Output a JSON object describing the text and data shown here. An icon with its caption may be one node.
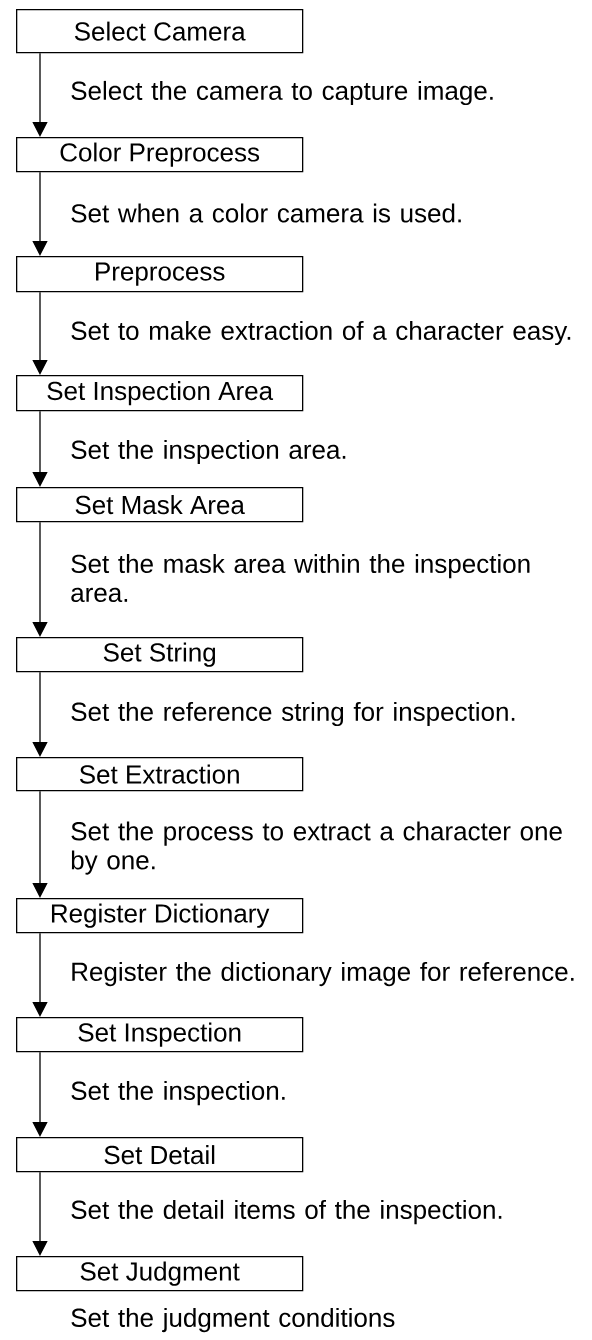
{
  "diagram": {
    "nodes": [
      {
        "text": [
          "Select Camera"
        ],
        "beside": [
          "Select the camera to capture image."
        ]
      },
      {
        "text": [
          "Color Preprocess"
        ],
        "beside": [
          "Set when a color camera is used."
        ]
      },
      {
        "text": [
          "Preprocess"
        ],
        "beside": [
          "Set to make extraction of a character easy."
        ]
      },
      {
        "text": [
          "Set Inspection Area"
        ],
        "beside": [
          "Set the inspection area."
        ]
      },
      {
        "text": [
          "Set Mask Area"
        ],
        "beside": [
          "Set the mask area within the inspection area."
        ]
      },
      {
        "text": [
          "Set String"
        ],
        "beside": [
          "Set the reference string for inspection."
        ]
      },
      {
        "text": [
          "Set Extraction"
        ],
        "beside": [
          "Set the process to extract a character one by one."
        ]
      },
      {
        "text": [
          "Register Dictionary"
        ],
        "beside": [
          "Register the dictionary image for reference."
        ]
      },
      {
        "text": [
          "Set Inspection"
        ],
        "beside": [
          "Set the inspection."
        ]
      },
      {
        "text": [
          "Set Detail"
        ],
        "beside": [
          "Set the detail items of the inspection."
        ]
      },
      {
        "text": [
          "Set Judgment"
        ],
        "beside": [
          "Set the judgment conditions"
        ]
      }
    ],
    "edges": [
      {
        "from": 0,
        "to": 1,
        "arrow": "to"
      },
      {
        "from": 1,
        "to": 2,
        "arrow": "to"
      },
      {
        "from": 2,
        "to": 3,
        "arrow": "to"
      },
      {
        "from": 3,
        "to": 4,
        "arrow": "to"
      },
      {
        "from": 4,
        "to": 5,
        "arrow": "to"
      },
      {
        "from": 5,
        "to": 6,
        "arrow": "to"
      },
      {
        "from": 6,
        "to": 7,
        "arrow": "to"
      },
      {
        "from": 7,
        "to": 8,
        "arrow": "to"
      },
      {
        "from": 8,
        "to": 9,
        "arrow": "to"
      },
      {
        "from": 9,
        "to": 10,
        "arrow": "to"
      }
    ]
  }
}
